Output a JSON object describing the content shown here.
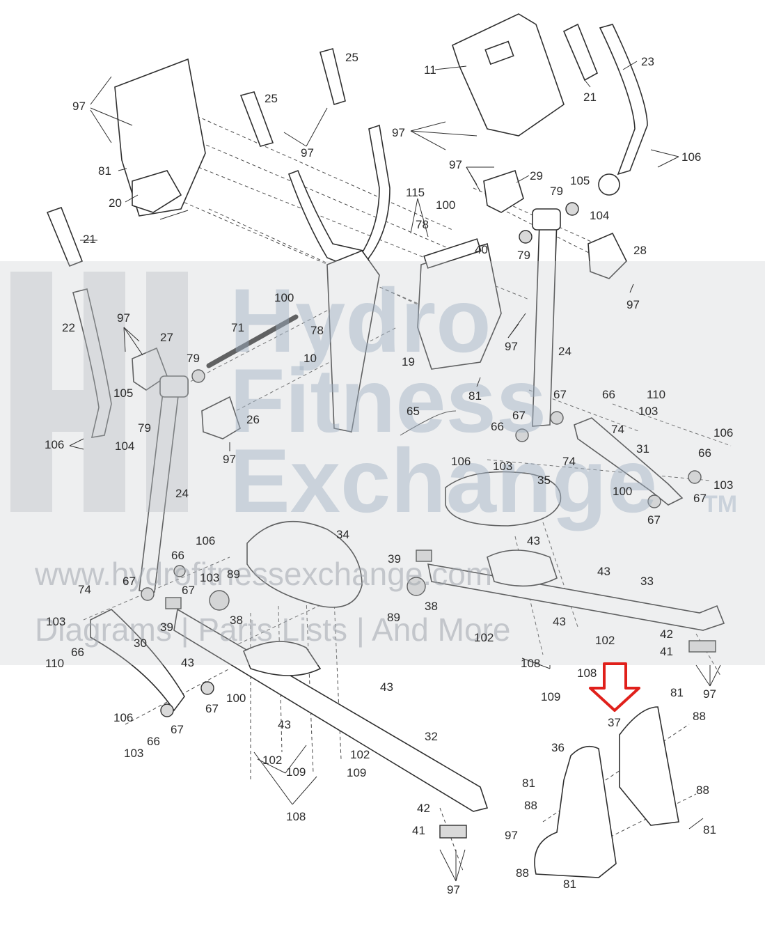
{
  "watermark": {
    "line1": "Hydro",
    "line2": "Fitness",
    "line3": "Exchange",
    "tm": "TM",
    "url": "www.hydrofitnessexchange.com",
    "tagline": "Diagrams | Parts Lists | And More"
  },
  "highlight": {
    "color": "#e0201b",
    "target": "37"
  },
  "callouts": [
    {
      "t": "97"
    },
    {
      "t": "25"
    },
    {
      "t": "25"
    },
    {
      "t": "97"
    },
    {
      "t": "11"
    },
    {
      "t": "21"
    },
    {
      "t": "23"
    },
    {
      "t": "97"
    },
    {
      "t": "106"
    },
    {
      "t": "81"
    },
    {
      "t": "20"
    },
    {
      "t": "97"
    },
    {
      "t": "29"
    },
    {
      "t": "105"
    },
    {
      "t": "79"
    },
    {
      "t": "104"
    },
    {
      "t": "115"
    },
    {
      "t": "100"
    },
    {
      "t": "78"
    },
    {
      "t": "40"
    },
    {
      "t": "79"
    },
    {
      "t": "28"
    },
    {
      "t": "21"
    },
    {
      "t": "97"
    },
    {
      "t": "100"
    },
    {
      "t": "78"
    },
    {
      "t": "22"
    },
    {
      "t": "97"
    },
    {
      "t": "27"
    },
    {
      "t": "71"
    },
    {
      "t": "79"
    },
    {
      "t": "10"
    },
    {
      "t": "97"
    },
    {
      "t": "19"
    },
    {
      "t": "24"
    },
    {
      "t": "81"
    },
    {
      "t": "105"
    },
    {
      "t": "79"
    },
    {
      "t": "106"
    },
    {
      "t": "104"
    },
    {
      "t": "26"
    },
    {
      "t": "97"
    },
    {
      "t": "65"
    },
    {
      "t": "67"
    },
    {
      "t": "66"
    },
    {
      "t": "110"
    },
    {
      "t": "103"
    },
    {
      "t": "66"
    },
    {
      "t": "67"
    },
    {
      "t": "74"
    },
    {
      "t": "31"
    },
    {
      "t": "106"
    },
    {
      "t": "106"
    },
    {
      "t": "103"
    },
    {
      "t": "74"
    },
    {
      "t": "35"
    },
    {
      "t": "66"
    },
    {
      "t": "103"
    },
    {
      "t": "24"
    },
    {
      "t": "100"
    },
    {
      "t": "67"
    },
    {
      "t": "67"
    },
    {
      "t": "34"
    },
    {
      "t": "106"
    },
    {
      "t": "66"
    },
    {
      "t": "103"
    },
    {
      "t": "89"
    },
    {
      "t": "43"
    },
    {
      "t": "67"
    },
    {
      "t": "67"
    },
    {
      "t": "39"
    },
    {
      "t": "43"
    },
    {
      "t": "74"
    },
    {
      "t": "38"
    },
    {
      "t": "38"
    },
    {
      "t": "33"
    },
    {
      "t": "103"
    },
    {
      "t": "39"
    },
    {
      "t": "89"
    },
    {
      "t": "43"
    },
    {
      "t": "66"
    },
    {
      "t": "30"
    },
    {
      "t": "102"
    },
    {
      "t": "102"
    },
    {
      "t": "42"
    },
    {
      "t": "110"
    },
    {
      "t": "43"
    },
    {
      "t": "108"
    },
    {
      "t": "108"
    },
    {
      "t": "41"
    },
    {
      "t": "67"
    },
    {
      "t": "100"
    },
    {
      "t": "43"
    },
    {
      "t": "109"
    },
    {
      "t": "97"
    },
    {
      "t": "81"
    },
    {
      "t": "106"
    },
    {
      "t": "67"
    },
    {
      "t": "43"
    },
    {
      "t": "37"
    },
    {
      "t": "88"
    },
    {
      "t": "103"
    },
    {
      "t": "66"
    },
    {
      "t": "32"
    },
    {
      "t": "36"
    },
    {
      "t": "102"
    },
    {
      "t": "102"
    },
    {
      "t": "109"
    },
    {
      "t": "109"
    },
    {
      "t": "81"
    },
    {
      "t": "88"
    },
    {
      "t": "108"
    },
    {
      "t": "88"
    },
    {
      "t": "42"
    },
    {
      "t": "97"
    },
    {
      "t": "81"
    },
    {
      "t": "41"
    },
    {
      "t": "88"
    },
    {
      "t": "81"
    },
    {
      "t": "97"
    }
  ]
}
